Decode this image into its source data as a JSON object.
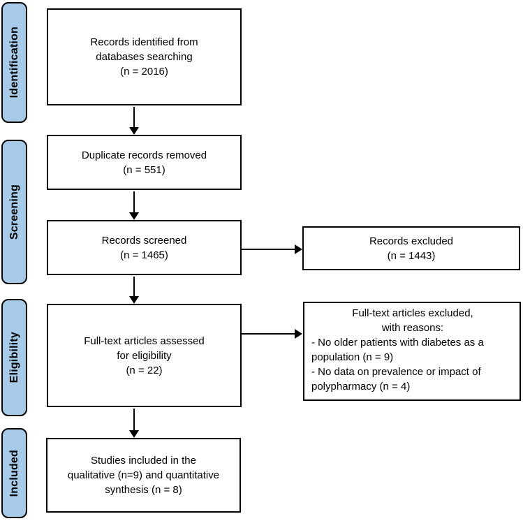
{
  "diagram_type": "PRISMA flow diagram",
  "colors": {
    "stage_fill": "#a7cae9",
    "stage_border": "#000000",
    "box_border": "#000000",
    "arrow": "#000000",
    "background": "#ffffff"
  },
  "stages": {
    "identification": "Identification",
    "screening": "Screening",
    "eligibility": "Eligibility",
    "included": "Included"
  },
  "boxes": {
    "records_identified": "Records identified from\ndatabases searching\n(n = 2016)",
    "duplicates_removed": "Duplicate records removed\n(n = 551)",
    "records_screened": "Records screened\n(n = 1465)",
    "records_excluded": "Records excluded\n(n = 1443)",
    "fulltext_assessed": "Full-text articles assessed\nfor eligibility\n(n = 22)",
    "fulltext_excluded_header": "Full-text articles excluded,\nwith reasons:",
    "fulltext_excluded_reasons": "- No older patients with diabetes as a\npopulation (n = 9)\n- No data on prevalence or impact of\npolypharmacy (n = 4)",
    "studies_included": "Studies included in the\nqualitative (n=9) and quantitative\nsynthesis (n = 8)"
  },
  "counts": {
    "records_identified": 2016,
    "duplicates_removed": 551,
    "records_screened": 1465,
    "records_excluded": 1443,
    "fulltext_assessed": 22,
    "excluded_no_older_patients_with_diabetes": 9,
    "excluded_no_data_on_prevalence_or_impact": 4,
    "qualitative_synthesis": 9,
    "quantitative_synthesis": 8
  }
}
